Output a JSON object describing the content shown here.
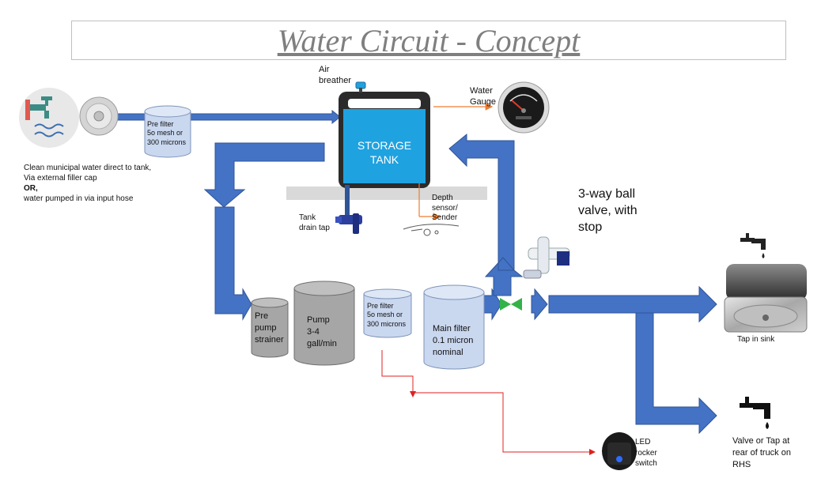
{
  "title": "Water Circuit - Concept",
  "labels": {
    "air_breather": [
      "Air",
      "breather"
    ],
    "water_gauge": [
      "Water",
      "Gauge"
    ],
    "storage_tank": [
      "STORAGE",
      "TANK"
    ],
    "prefilter_top": [
      "Pre filter",
      "5o mesh or",
      "300 microns"
    ],
    "source_note": [
      "Clean municipal water direct to tank,",
      "Via external filler cap",
      "OR,",
      "water pumped in via input hose"
    ],
    "depth_sensor": [
      "Depth",
      "sensor/",
      "Sender"
    ],
    "tank_drain": [
      "Tank",
      "drain tap"
    ],
    "ball_valve": [
      "3-way ball",
      "valve, with",
      "stop"
    ],
    "pre_pump": [
      "Pre",
      "pump",
      "strainer"
    ],
    "pump": [
      "Pump",
      "3-4",
      "gall/min"
    ],
    "prefilter_mid": [
      "Pre filter",
      "5o mesh or",
      "300 microns"
    ],
    "main_filter": [
      "Main filter",
      "0.1 micron",
      "nominal"
    ],
    "tap_sink": "Tap in sink",
    "rear_valve": [
      "Valve or Tap at",
      "rear of truck on",
      "RHS"
    ],
    "led_switch": [
      "LED",
      "rocker",
      "switch"
    ]
  },
  "colors": {
    "flow_arrow": "#4472c4",
    "flow_arrow_edge": "#2f5597",
    "tank_water": "#1fa2e0",
    "filter_fill": "#c9d7ef",
    "filter_edge": "#7f93b8",
    "pump_fill": "#a6a6a6",
    "pump_edge": "#6f6f6f",
    "sensor_line": "#ed7d31",
    "switch_wire": "#e02020",
    "valve_green": "#33b24a",
    "shelf": "#d9d9d9",
    "title": "#7f7f7f"
  },
  "icons": [
    "filler-cap-icon",
    "municipal-tap-icon",
    "water-gauge-icon",
    "drain-tap-icon",
    "depth-sensor-icon",
    "ball-valve-icon",
    "sink-tap-icon",
    "sink-icon",
    "rear-tap-icon",
    "led-rocker-switch-icon"
  ]
}
